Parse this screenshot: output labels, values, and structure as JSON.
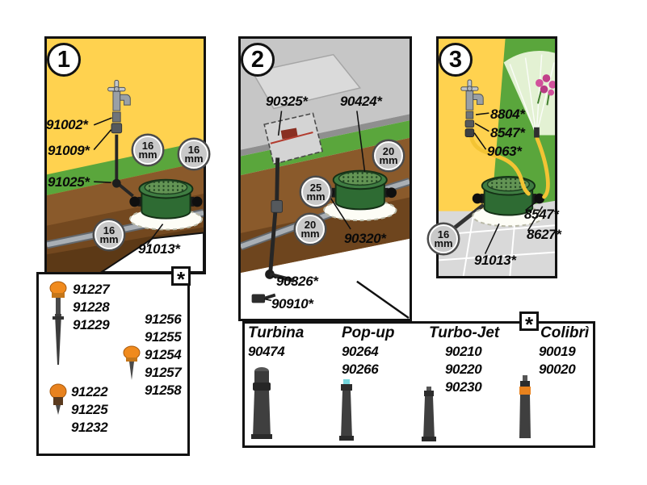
{
  "colors": {
    "wall_yellow": "#FFD24F",
    "grass_green": "#5AA63C",
    "soil_brown": "#8A5A2B",
    "valve_box_green": "#2E6B33",
    "hose_yellow": "#F3C434",
    "sprinkler_orange": "#F08A1D"
  },
  "panel1": {
    "number": "1",
    "labels": {
      "tap_connector": "91002*",
      "tap_adapter": "91009*",
      "pipe_elbow": "91025*",
      "valve_box": "91013*"
    },
    "badges": [
      {
        "value": "16",
        "unit": "mm"
      },
      {
        "value": "16",
        "unit": "mm"
      },
      {
        "value": "16",
        "unit": "mm"
      }
    ],
    "legend": {
      "asterisk": "*",
      "group1": [
        "91227",
        "91228",
        "91229"
      ],
      "group2": [
        "91256",
        "91255",
        "91254",
        "91257",
        "91258"
      ],
      "group3": [
        "91222",
        "91225",
        "91232"
      ]
    }
  },
  "panel2": {
    "number": "2",
    "labels": {
      "micro_fitting": "90325*",
      "riser_kit": "90424*",
      "drain_valve": "90320*",
      "elbow": "90326*",
      "end_plug": "90910*"
    },
    "badges": [
      {
        "value": "20",
        "unit": "mm"
      },
      {
        "value": "25",
        "unit": "mm"
      },
      {
        "value": "20",
        "unit": "mm"
      }
    ],
    "legend": {
      "asterisk": "*",
      "columns": [
        {
          "name": "Turbina",
          "codes": [
            "90474"
          ]
        },
        {
          "name": "Pop-up",
          "codes": [
            "90264",
            "90266"
          ]
        },
        {
          "name": "Turbo-Jet",
          "codes": [
            "90210",
            "90220",
            "90230"
          ]
        },
        {
          "name": "Colibrì",
          "codes": [
            "90019",
            "90020"
          ]
        }
      ]
    }
  },
  "panel3": {
    "number": "3",
    "labels": {
      "tap_connector": "8804*",
      "coupling_top": "8547*",
      "hose_connector": "9063*",
      "coupling_right": "8547*",
      "elbow_right": "8627*",
      "valve_box": "91013*"
    },
    "badges": [
      {
        "value": "16",
        "unit": "mm"
      }
    ]
  }
}
